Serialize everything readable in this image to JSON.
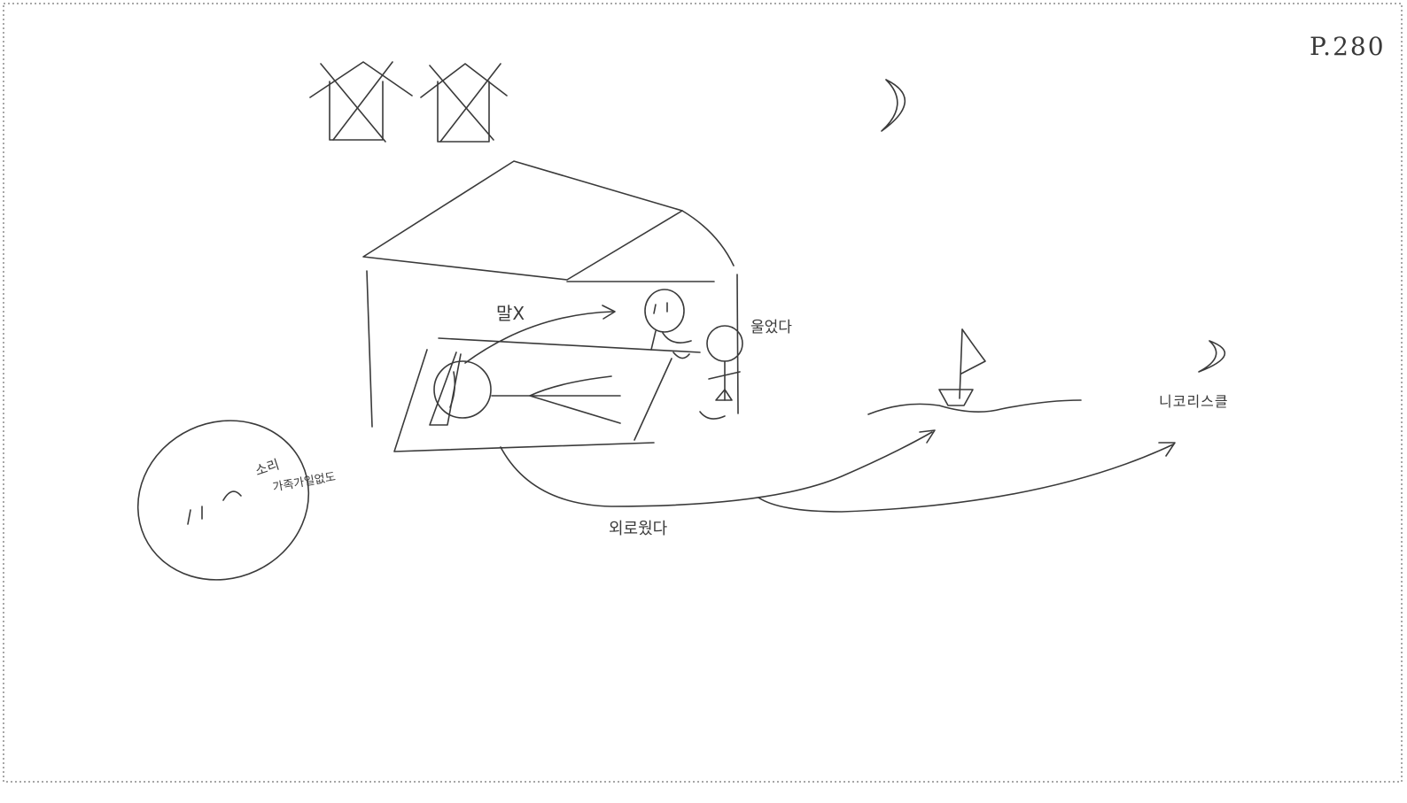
{
  "sketch": {
    "page_number": "P.280",
    "labels": {
      "mal_x": "말X",
      "crying": "울었다",
      "sound": "소리",
      "family": "가족가일없도",
      "lonely": "외로웠다",
      "nicholas": "니코리스클"
    }
  },
  "colors": {
    "ink": "#3a3a3a",
    "border": "#8a8a8a",
    "paper": "#ffffff"
  }
}
